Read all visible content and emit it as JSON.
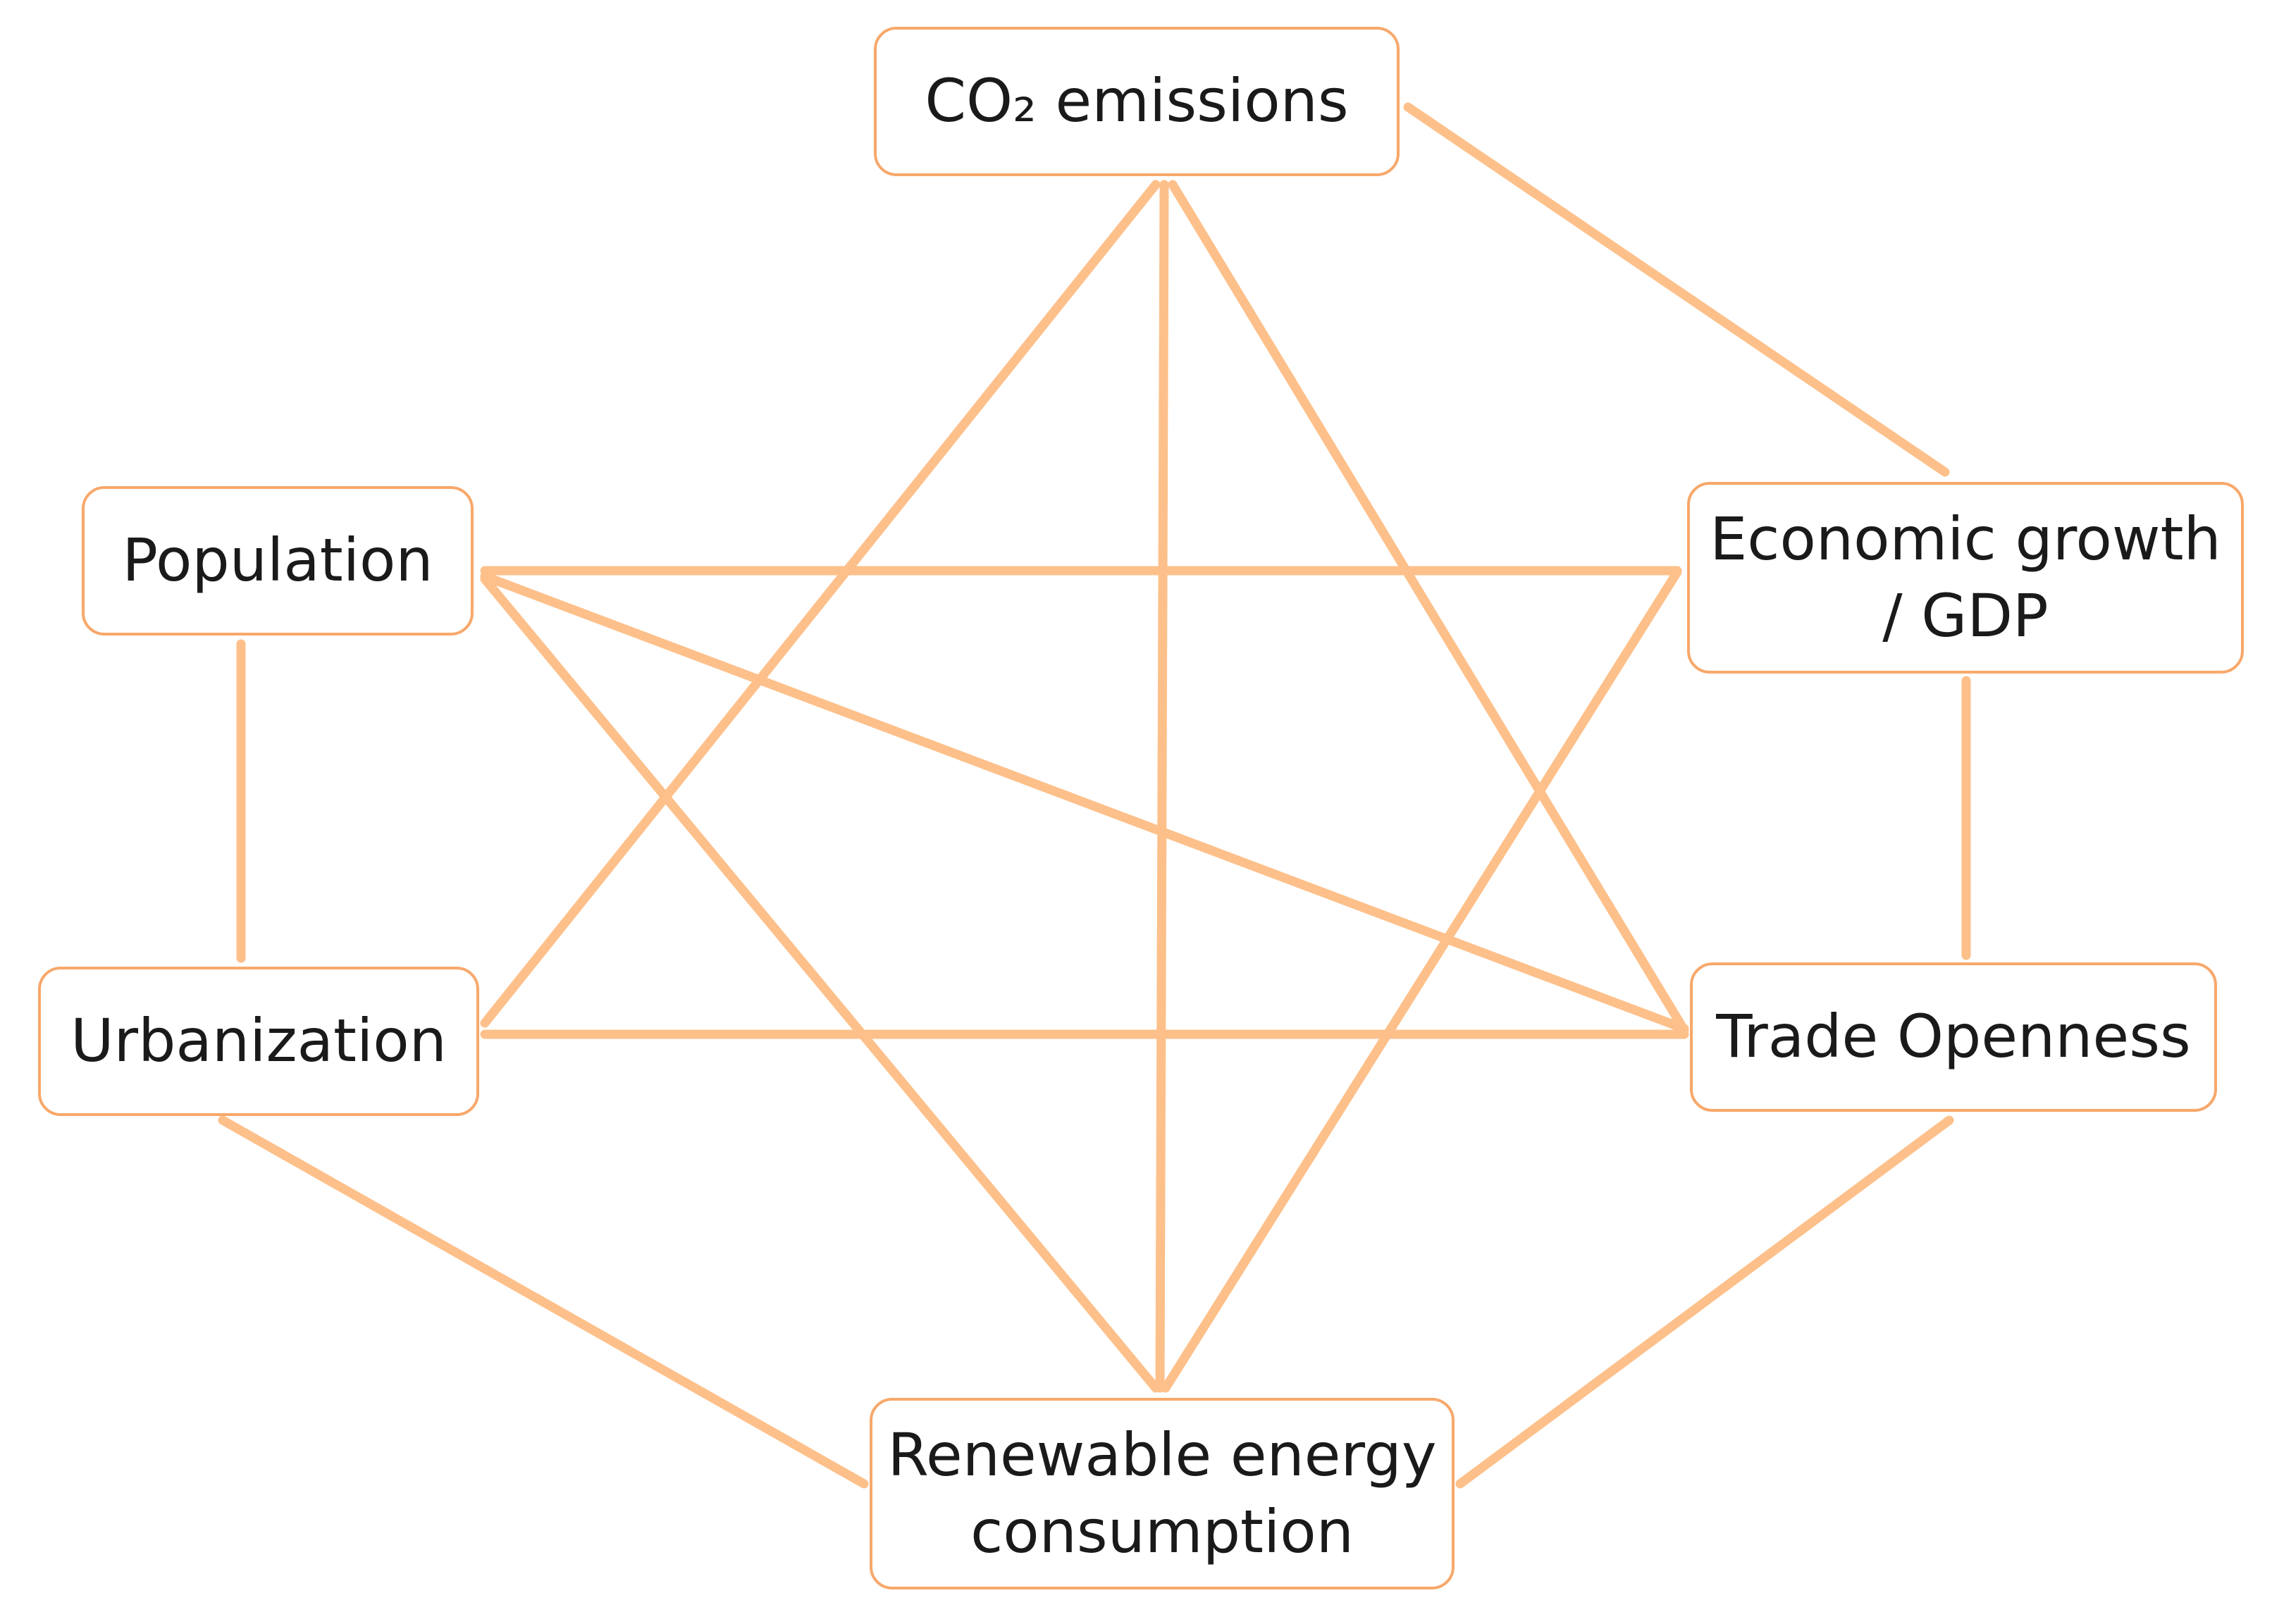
{
  "nodes": {
    "co2": {
      "line1": "CO₂ emissions"
    },
    "population": {
      "line1": "Population"
    },
    "economic": {
      "line1": "Economic growth",
      "line2": "/ GDP"
    },
    "urbanization": {
      "line1": "Urbanization"
    },
    "trade": {
      "line1": "Trade Openness"
    },
    "renewable": {
      "line1": "Renewable energy",
      "line2": "consumption"
    }
  },
  "edges": [
    {
      "from": "co2",
      "to": "economic",
      "direction": "both"
    },
    {
      "from": "co2",
      "to": "urbanization",
      "direction": "both"
    },
    {
      "from": "co2",
      "to": "renewable",
      "direction": "both"
    },
    {
      "from": "co2",
      "to": "trade",
      "direction": "both"
    },
    {
      "from": "population",
      "to": "economic",
      "direction": "both"
    },
    {
      "from": "population",
      "to": "trade",
      "direction": "both"
    },
    {
      "from": "population",
      "to": "renewable",
      "direction": "both"
    },
    {
      "from": "population",
      "to": "urbanization",
      "direction": "both"
    },
    {
      "from": "urbanization",
      "to": "trade",
      "direction": "both"
    },
    {
      "from": "urbanization",
      "to": "renewable",
      "direction": "both"
    },
    {
      "from": "economic",
      "to": "trade",
      "direction": "both"
    },
    {
      "from": "economic",
      "to": "renewable",
      "direction": "both"
    },
    {
      "from": "trade",
      "to": "renewable",
      "direction": "both"
    }
  ],
  "colors": {
    "arrow": "#fdc08a",
    "node_border": "#f7a86b",
    "text": "#1a1a1a"
  }
}
